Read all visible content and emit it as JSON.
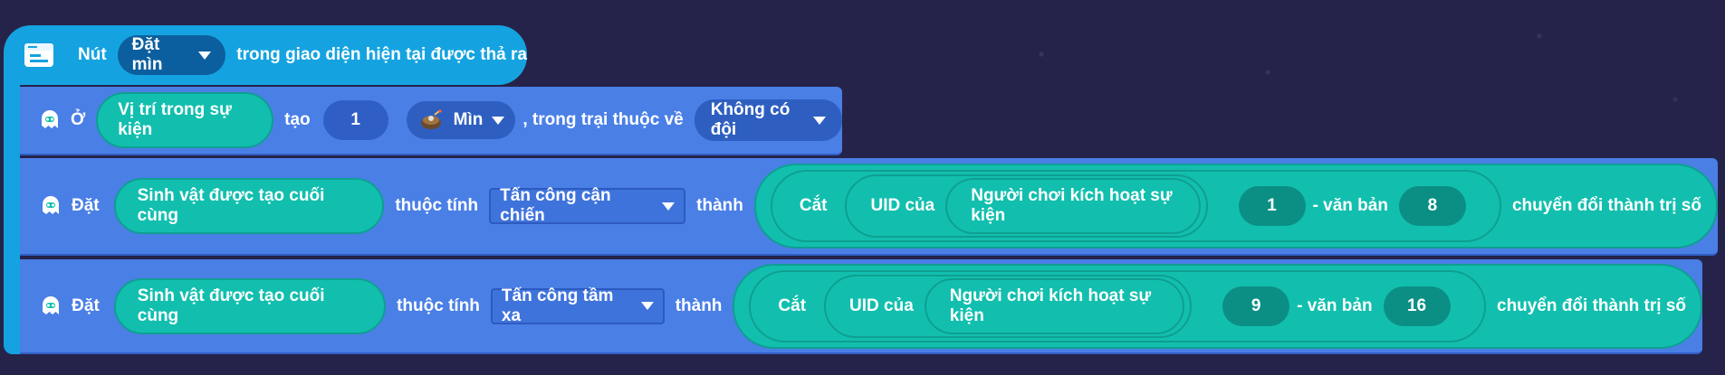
{
  "event": {
    "label_prefix": "Nút",
    "button_dropdown": "Đặt mìn",
    "label_suffix": "trong giao diện hiện tại được thả ra"
  },
  "row1": {
    "at_label": "Ở",
    "position_value": "Vị trí trong sự kiện",
    "create_label": "tạo",
    "count": "1",
    "object_dropdown": "Mìn",
    "camp_label": ", trong trại thuộc về",
    "team_dropdown": "Không có đội"
  },
  "row2": {
    "set_label": "Đặt",
    "target_value": "Sinh vật được tạo cuối cùng",
    "attr_label": "thuộc tính",
    "attr_dropdown": "Tấn công cận chiến",
    "to_label": "thành",
    "cut_label": "Cắt",
    "uid_label": "UID của",
    "player_value": "Người chơi kích hoạt sự kiện",
    "start": "1",
    "text_label": "- văn bản",
    "end": "8",
    "convert_label": "chuyển đổi thành trị số"
  },
  "row3": {
    "set_label": "Đặt",
    "target_value": "Sinh vật được tạo cuối cùng",
    "attr_label": "thuộc tính",
    "attr_dropdown": "Tấn công tầm xa",
    "to_label": "thành",
    "cut_label": "Cắt",
    "uid_label": "UID của",
    "player_value": "Người chơi kích hoạt sự kiện",
    "start": "9",
    "text_label": "- văn bản",
    "end": "16",
    "convert_label": "chuyển đổi thành trị số"
  },
  "icons": {
    "event": "window-icon",
    "creature": "ghost-icon",
    "mine": "mine-icon"
  },
  "colors": {
    "background": "#26234a",
    "event_block": "#14a3e0",
    "action_block": "#4a7fe6",
    "reporter": "#12bfae"
  }
}
